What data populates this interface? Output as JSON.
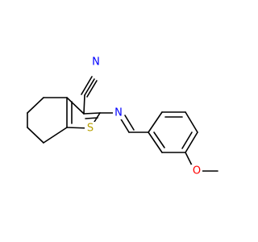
{
  "molecule": {
    "atom_labels": {
      "nitrile_nitrogen": "N",
      "imine_nitrogen": "N",
      "thiophene_sulfur": "S",
      "methoxy_oxygen": "O"
    },
    "colors": {
      "bond": "#000000",
      "nitrogen": "#0000ff",
      "sulfur": "#b8a000",
      "oxygen": "#ff0000",
      "background": "#ffffff"
    }
  }
}
